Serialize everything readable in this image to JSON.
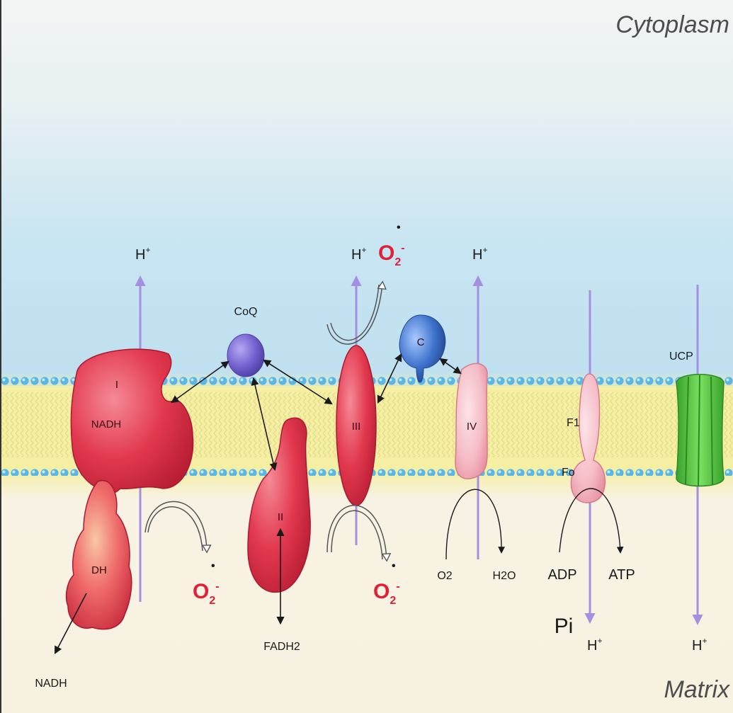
{
  "compartments": {
    "top": "Cytoplasm",
    "bottom": "Matrix"
  },
  "complexes": {
    "complex1": [
      "I",
      "NADH"
    ],
    "dehydrogenase": "DH",
    "complex2": "II",
    "complex3": "III",
    "complex4": "IV",
    "cytochrome_c": "C",
    "coenzyme_q": "CoQ",
    "atp_synthase_f1": "F1",
    "atp_synthase_fo": "Fo",
    "uncoupling_protein": "UCP"
  },
  "substrates": {
    "nadh": "NADH",
    "fadh2": "FADH2",
    "oxygen": "O2",
    "water": "H2O",
    "adp": "ADP",
    "atp": "ATP",
    "phosphate": "Pi"
  },
  "proton": {
    "base": "H",
    "charge": "+"
  },
  "superoxide": {
    "base": "O",
    "sub": "2",
    "charge": "-",
    "radical": "•"
  },
  "colors": {
    "cytoplasm": "#bfe0f0",
    "matrix": "#f6f1e2",
    "lipid_core": "#f5efa4",
    "lipid_head": "#5ab6e6",
    "complex_red": "#e2384e",
    "cytochrome_c": "#3d72cc",
    "coq": "#7462d0",
    "atp_synthase": "#f5bcc6",
    "ucp": "#4fc23e",
    "proton_arrow": "#b09ae0",
    "superoxide": "#e02036"
  }
}
